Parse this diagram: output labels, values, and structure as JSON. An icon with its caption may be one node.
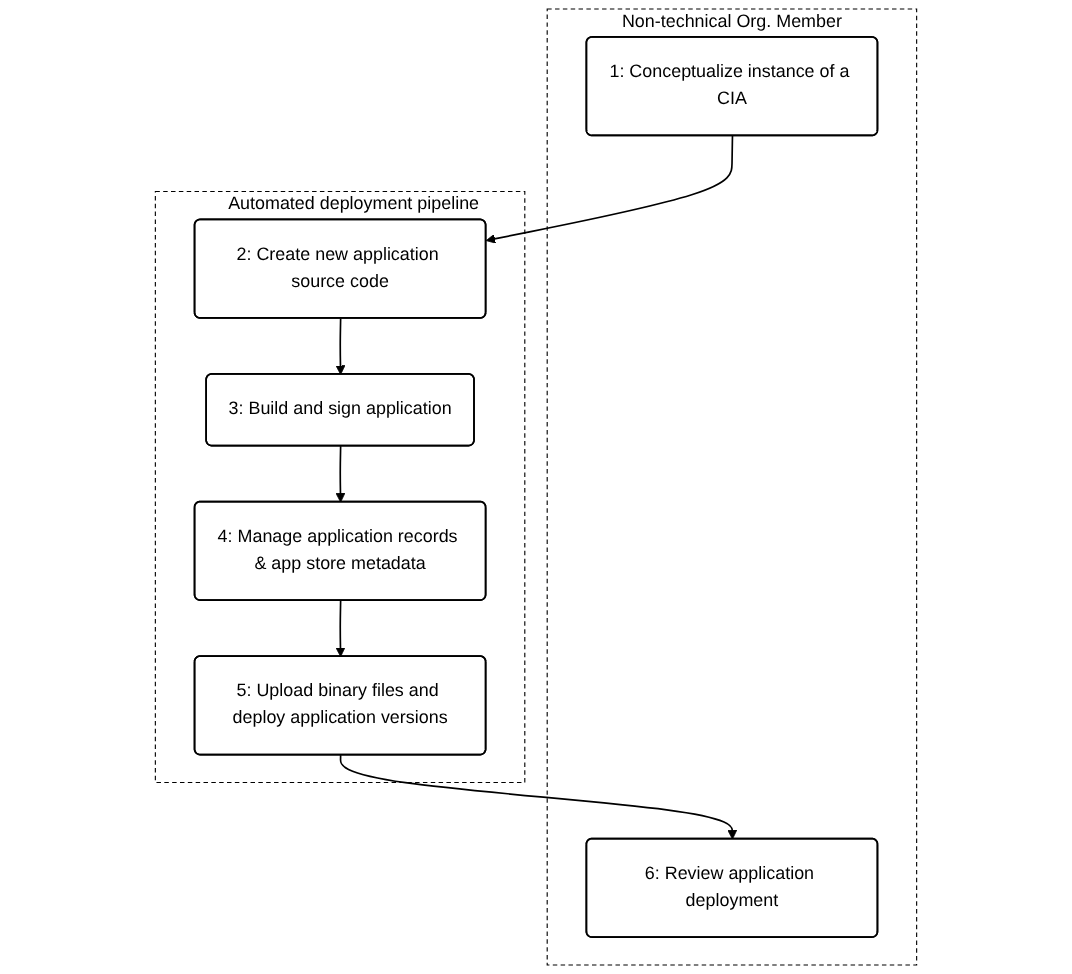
{
  "diagram": {
    "nodes": [
      {
        "text": [
          "Non-technical Org. Member"
        ]
      },
      {
        "text": [
          "Automated deployment pipeline"
        ]
      },
      {
        "text": [
          "1: Conceptualize instance of a CIA"
        ],
        "in": 0
      },
      {
        "text": [
          "2: Create new application source code"
        ],
        "in": 1
      },
      {
        "text": [
          "3: Build and sign application"
        ],
        "in": 1
      },
      {
        "text": [
          "4: Manage application records & app store metadata"
        ],
        "in": 1
      },
      {
        "text": [
          "5: Upload binary files and deploy application versions"
        ],
        "in": 1
      },
      {
        "text": [
          "6: Review application deployment"
        ],
        "in": 0
      }
    ],
    "edges": [
      {
        "from": 2,
        "to": 3,
        "arrow": "to"
      },
      {
        "from": 3,
        "to": 4,
        "arrow": "to"
      },
      {
        "from": 4,
        "to": 5,
        "arrow": "to"
      },
      {
        "from": 5,
        "to": 6,
        "arrow": "to"
      },
      {
        "from": 6,
        "to": 7,
        "arrow": "to"
      }
    ]
  }
}
